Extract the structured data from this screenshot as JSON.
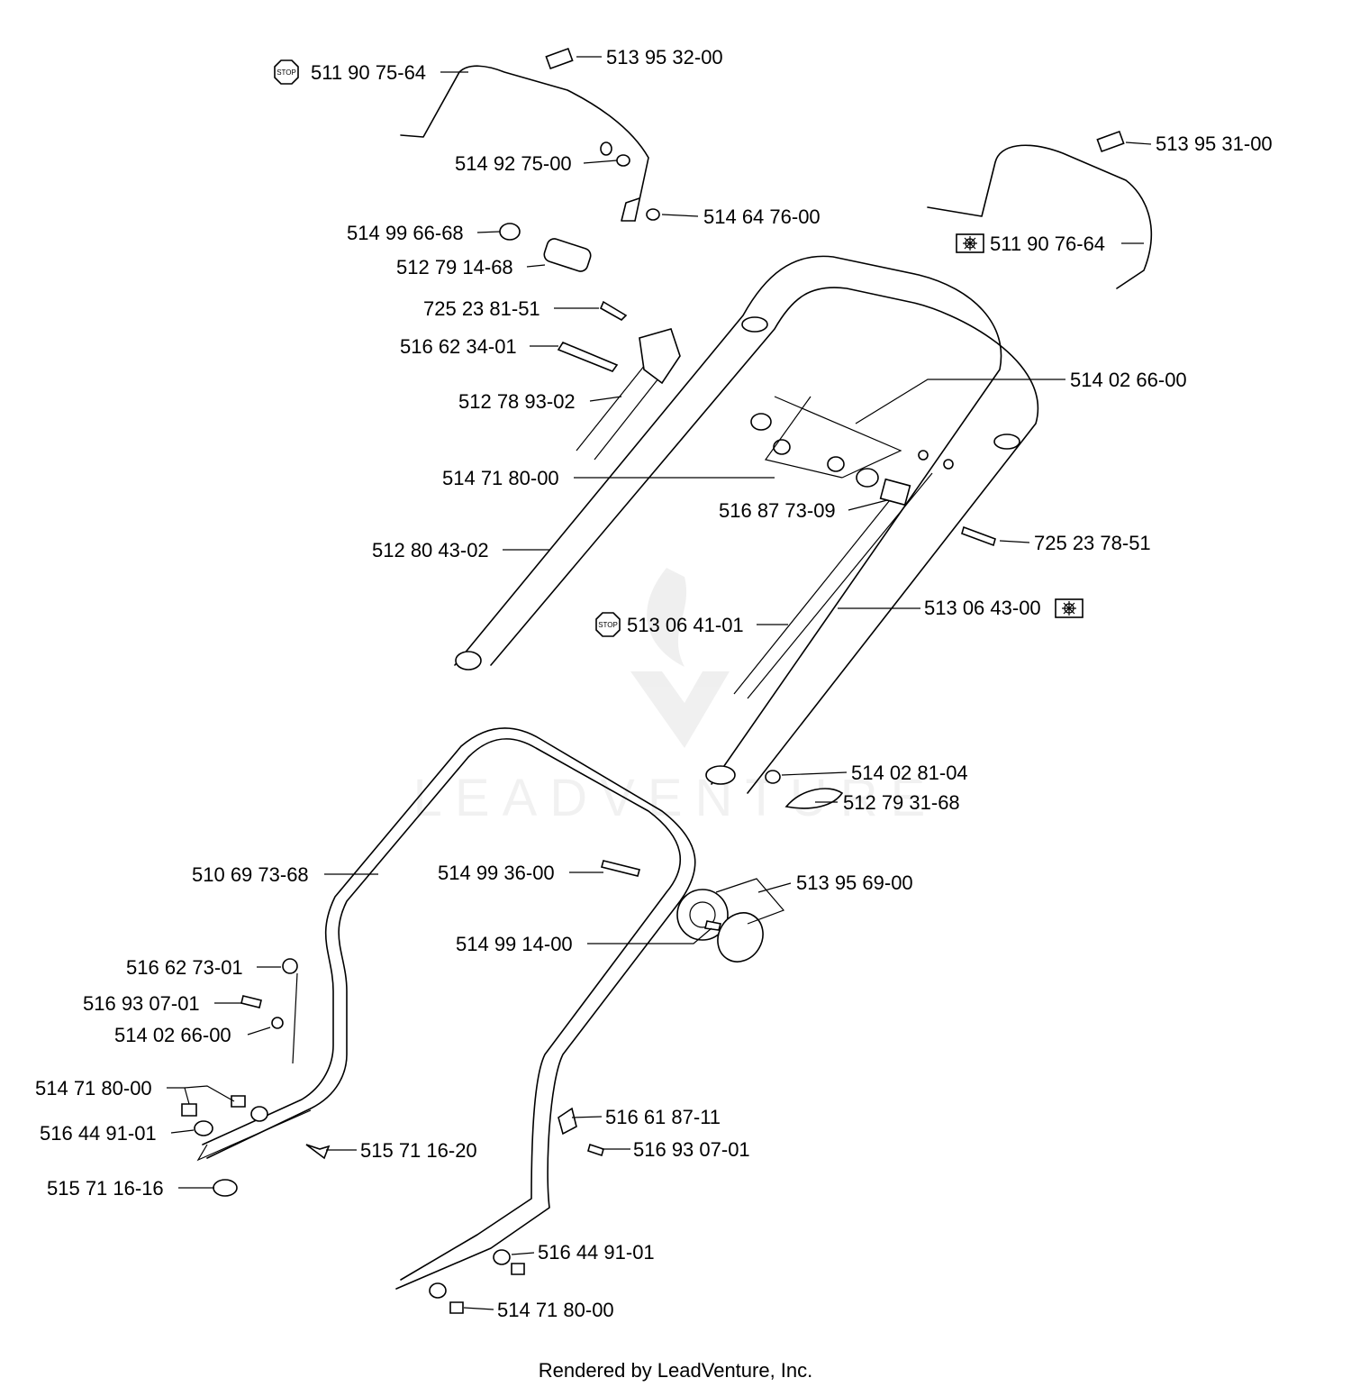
{
  "diagram": {
    "parts": [
      {
        "id": "p1",
        "number": "511 90 75-64",
        "icon": "stop-icon"
      },
      {
        "id": "p2",
        "number": "513 95 32-00"
      },
      {
        "id": "p3",
        "number": "514 92 75-00"
      },
      {
        "id": "p4",
        "number": "514 64 76-00"
      },
      {
        "id": "p5",
        "number": "514 99 66-68"
      },
      {
        "id": "p6",
        "number": "512 79 14-68"
      },
      {
        "id": "p7",
        "number": "725 23 81-51"
      },
      {
        "id": "p8",
        "number": "516 62 34-01"
      },
      {
        "id": "p9",
        "number": "512 78 93-02"
      },
      {
        "id": "p10",
        "number": "514 71 80-00"
      },
      {
        "id": "p11",
        "number": "512 80 43-02"
      },
      {
        "id": "p12",
        "number": "513 95 31-00"
      },
      {
        "id": "p13",
        "number": "511 90 76-64",
        "icon": "gear-icon"
      },
      {
        "id": "p14",
        "number": "514 02 66-00"
      },
      {
        "id": "p15",
        "number": "516 87 73-09"
      },
      {
        "id": "p16",
        "number": "725 23 78-51"
      },
      {
        "id": "p17",
        "number": "513 06 43-00",
        "icon": "gear-icon"
      },
      {
        "id": "p18",
        "number": "513 06 41-01",
        "icon": "stop-icon"
      },
      {
        "id": "p19",
        "number": "514 02 81-04"
      },
      {
        "id": "p20",
        "number": "512 79 31-68"
      },
      {
        "id": "p21",
        "number": "510 69 73-68"
      },
      {
        "id": "p22",
        "number": "514 99 36-00"
      },
      {
        "id": "p23",
        "number": "513 95 69-00"
      },
      {
        "id": "p24",
        "number": "514 99 14-00"
      },
      {
        "id": "p25",
        "number": "516 62 73-01"
      },
      {
        "id": "p26",
        "number": "516 93 07-01"
      },
      {
        "id": "p27",
        "number": "514 02 66-00"
      },
      {
        "id": "p28",
        "number": "514 71 80-00"
      },
      {
        "id": "p29",
        "number": "516 44 91-01"
      },
      {
        "id": "p30",
        "number": "515 71 16-20"
      },
      {
        "id": "p31",
        "number": "515 71 16-16"
      },
      {
        "id": "p32",
        "number": "516 61 87-11"
      },
      {
        "id": "p33",
        "number": "516 93 07-01"
      },
      {
        "id": "p34",
        "number": "516 44 91-01"
      },
      {
        "id": "p35",
        "number": "514 71 80-00"
      }
    ],
    "icon_text": {
      "stop": "STOP"
    },
    "watermark": "LEADVENTURE",
    "footer": "Rendered by LeadVenture, Inc."
  }
}
